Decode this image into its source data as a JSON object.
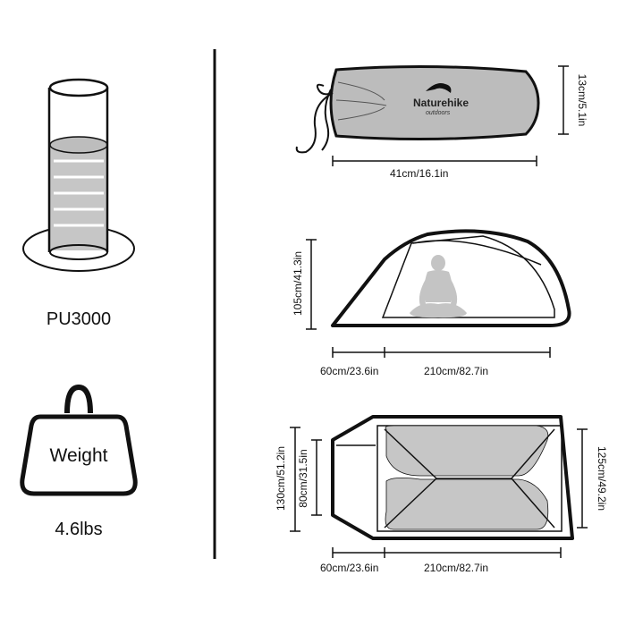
{
  "left": {
    "waterproof_label": "PU3000",
    "weight_icon_text": "Weight",
    "weight_value": "4.6lbs"
  },
  "packed": {
    "brand": "Naturehike",
    "brand_sub": "outdoors",
    "length_label": "41cm/16.1in",
    "height_label": "13cm/5.1in"
  },
  "side_view": {
    "height_label": "105cm/41.3in",
    "vestibule_label": "60cm/23.6in",
    "inner_label": "210cm/82.7in"
  },
  "top_view": {
    "outer_width_label": "130cm/51.2in",
    "door_width_label": "80cm/31.5in",
    "inner_width_label": "125cm/49.2in",
    "vestibule_label": "60cm/23.6in",
    "inner_label": "210cm/82.7in"
  },
  "colors": {
    "line": "#111111",
    "fill_gray": "#b9b9b9",
    "light_gray": "#d4d4d4"
  }
}
